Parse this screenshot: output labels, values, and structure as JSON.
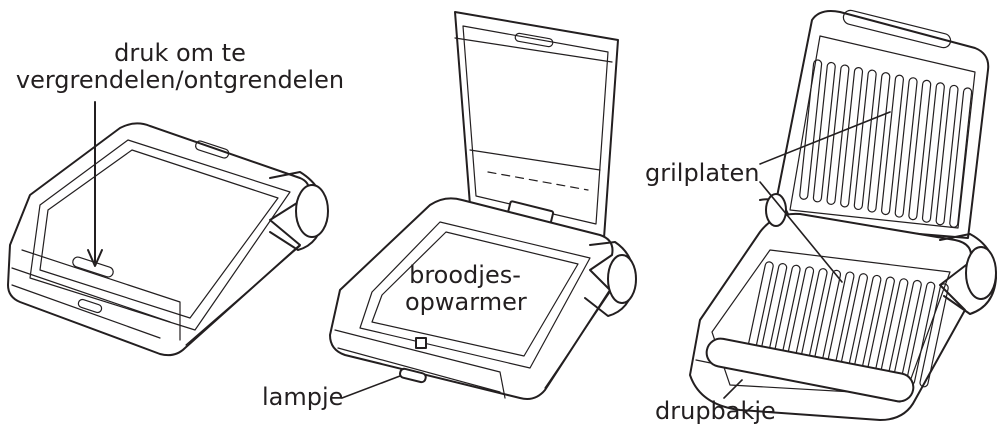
{
  "labels": {
    "lock": "druk om te vergrendelen/ontgrendelen",
    "lock_line1": "druk om te",
    "lock_line2": "vergrendelen/ontgrendelen",
    "bun_line1": "broodjes-",
    "bun_line2": "opwarmer",
    "lamp": "lampje",
    "plates": "grilplaten",
    "drip": "drupbakje"
  },
  "icons": [
    "closed-grill-illustration",
    "bun-warmer-grill-illustration",
    "open-grill-illustration"
  ],
  "colors": {
    "ink": "#231f20",
    "background": "#ffffff"
  }
}
